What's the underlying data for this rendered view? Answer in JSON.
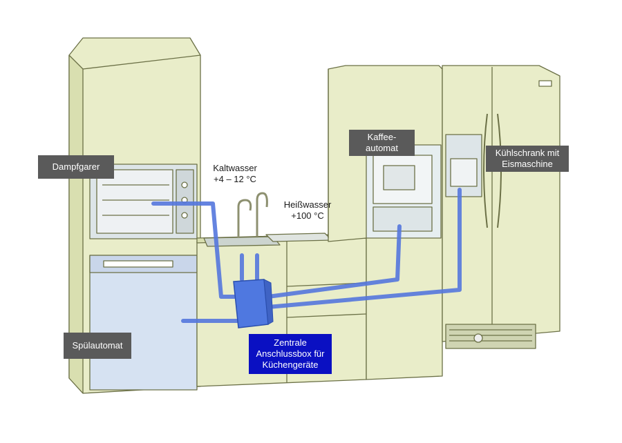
{
  "labels": {
    "dampfgarer": "Dampfgarer",
    "kaltwasser": "Kaltwasser\n+4 – 12 °C",
    "heisswasser": "Heißwasser\n+100 °C",
    "kaffee": "Kaffee-\nautomat",
    "kuehlschrank": "Kühlschrank mit\nEismaschine",
    "spuelautomat": "Spülautomat",
    "zentrale": "Zentrale\nAnschlussbox für\nKüchengeräte"
  },
  "colors": {
    "cabinet": "#e9edc9",
    "cabinet_dark": "#d9dfb0",
    "outline": "#6b7046",
    "appliance": "#d6e2f2",
    "pipe": "#5577dd",
    "box": "#4f78e0",
    "label_bg": "#5a5a5a",
    "accent": "#0a10c2"
  }
}
